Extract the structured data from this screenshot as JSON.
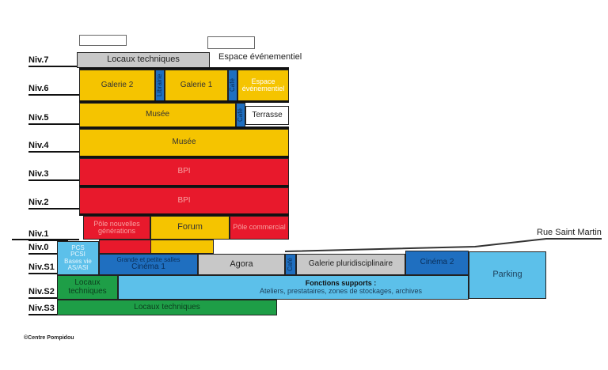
{
  "levels": [
    "Niv.7",
    "Niv.6",
    "Niv.5",
    "Niv.4",
    "Niv.3",
    "Niv.2",
    "Niv.1",
    "Niv.0",
    "Niv.S1",
    "Niv.S2",
    "Niv.S3"
  ],
  "spaces": {
    "n7_locaux": "Locaux techniques",
    "n7_espace": "Espace événementiel",
    "galerie2": "Galerie 2",
    "librairie": "Librairie",
    "galerie1": "Galerie 1",
    "cafe6": "Café",
    "espace6": "Espace événementiel",
    "musee5": "Musée",
    "cafe5": "Café",
    "terrasse": "Terrasse",
    "musee4": "Musée",
    "bpi3": "BPI",
    "bpi2": "BPI",
    "pole_ng": "Pôle nouvelles générations",
    "forum": "Forum",
    "pole_com": "Pôle commercial",
    "pcs": "PCS PCSI Bases vie AS/ASI",
    "cinema1_sub": "Grande et petite salles",
    "cinema1": "Cinéma 1",
    "agora": "Agora",
    "cafe_s1": "Café",
    "galerie_pluri": "Galerie pluridisciplinaire",
    "cinema2": "Cinéma 2",
    "parking": "Parking",
    "locaux_s2": "Locaux techniques",
    "fonctions_title": "Fonctions supports :",
    "fonctions_desc": "Ateliers, prestataires, zones de stockages, archives",
    "locaux_s3": "Locaux techniques"
  },
  "street": "Rue Saint Martin",
  "credit": "©Centre Pompidou",
  "colors": {
    "yellow": "#f5c400",
    "red": "#e8192c",
    "blue": "#1f6fc0",
    "light_blue": "#5cc0ea",
    "green": "#1e9e47",
    "gray": "#c8c8c8"
  }
}
